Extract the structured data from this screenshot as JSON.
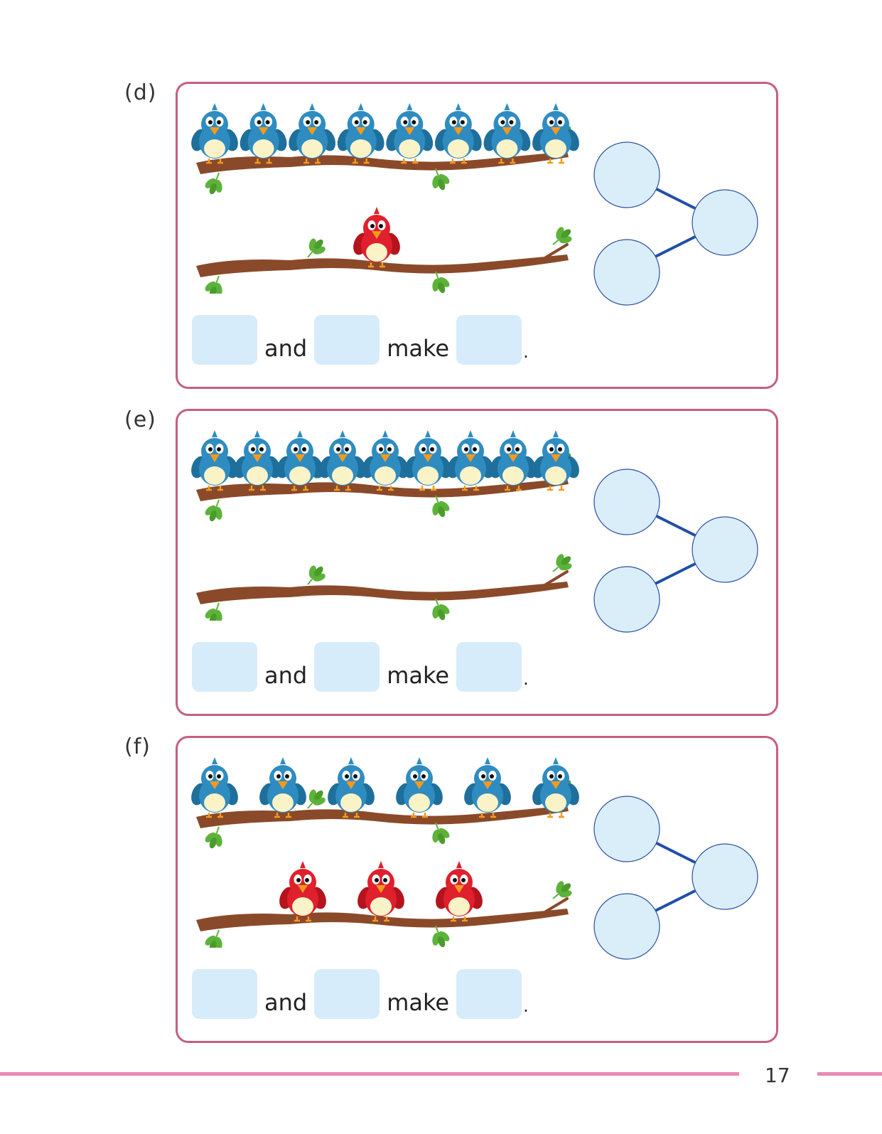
{
  "exercises": [
    {
      "label": "(d)",
      "top_birds": {
        "color": "blue",
        "count": 8
      },
      "bottom_birds": {
        "color": "red",
        "count": 1
      },
      "sentence": {
        "word1": "and",
        "word2": "make",
        "end": "."
      }
    },
    {
      "label": "(e)",
      "top_birds": {
        "color": "blue",
        "count": 9
      },
      "bottom_birds": {
        "color": "red",
        "count": 0
      },
      "sentence": {
        "word1": "and",
        "word2": "make",
        "end": "."
      }
    },
    {
      "label": "(f)",
      "top_birds": {
        "color": "blue",
        "count": 6
      },
      "bottom_birds": {
        "color": "red",
        "count": 3
      },
      "sentence": {
        "word1": "and",
        "word2": "make",
        "end": "."
      }
    }
  ],
  "page_number": "17",
  "colors": {
    "card_border": "#c55f7f",
    "answer_box": "#d7ecfa",
    "bond_circle_fill": "#daeefa",
    "bond_circle_stroke": "#2d4f9e",
    "bond_line": "#1f4fa8",
    "branch": "#8a4a2a",
    "leaf": "#5db33a",
    "blue_bird": "#2f8cc0",
    "red_bird": "#e0202c",
    "footer_line": "#e88ab4"
  }
}
